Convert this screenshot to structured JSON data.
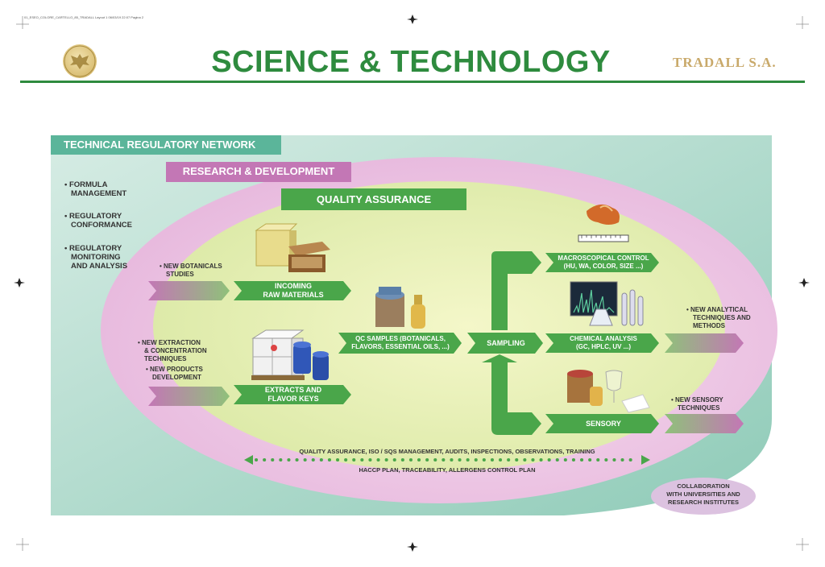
{
  "header": {
    "slug": "01_ESEO_COLORE_CARTELLO_85_TRADALL  Layout 1  06/03/19  22:07  Pagina 2",
    "title": "SCIENCE & TECHNOLOGY",
    "brand": "TRADALL S.A."
  },
  "layers": {
    "technical_regulatory_network": "TECHNICAL REGULATORY NETWORK",
    "research_development": "RESEARCH & DEVELOPMENT",
    "quality_assurance": "QUALITY ASSURANCE"
  },
  "regulatory_bullets": [
    [
      "FORMULA",
      "MANAGEMENT"
    ],
    [
      "REGULATORY",
      "CONFORMANCE"
    ],
    [
      "REGULATORY",
      "MONITORING",
      "AND ANALYSIS"
    ]
  ],
  "rd_left": {
    "botanicals": [
      "NEW BOTANICALS",
      "STUDIES"
    ],
    "extraction": [
      "NEW EXTRACTION",
      "& CONCENTRATION",
      "TECHNIQUES"
    ],
    "products": [
      "NEW PRODUCTS",
      "DEVELOPMENT"
    ]
  },
  "rd_right": {
    "analytical": [
      "NEW ANALYTICAL",
      "TECHNIQUES AND",
      "METHODS"
    ],
    "sensory": [
      "NEW SENSORY",
      "TECHNIQUES"
    ]
  },
  "flow": {
    "incoming": [
      "INCOMING",
      "RAW MATERIALS"
    ],
    "extracts": [
      "EXTRACTS AND",
      "FLAVOR KEYS"
    ],
    "qc_samples": [
      "QC SAMPLES (BOTANICALS,",
      "FLAVORS, ESSENTIAL OILS, ...)"
    ],
    "sampling": "SAMPLING",
    "macroscopical": [
      "MACROSCOPICAL CONTROL",
      "(HU, WA, COLOR, SIZE ...)"
    ],
    "chemical": [
      "CHEMICAL ANALYSIS",
      "(GC, HPLC, UV ...)"
    ],
    "sensory": "SENSORY"
  },
  "bottom": {
    "line1": "QUALITY ASSURANCE, ISO / SQS MANAGEMENT, AUDITS, INSPECTIONS, OBSERVATIONS, TRAINING",
    "line2": "HACCP PLAN, TRACEABILITY, ALLERGENS CONTROL PLAN"
  },
  "collaboration": [
    "COLLABORATION",
    "WITH UNIVERSITIES AND",
    "RESEARCH INSTITUTES"
  ],
  "colors": {
    "green": "#2e8b3e",
    "qa_green": "#4aa64a",
    "teal": "#5bb59a",
    "magenta": "#c377b5",
    "gold": "#c9a96a"
  }
}
